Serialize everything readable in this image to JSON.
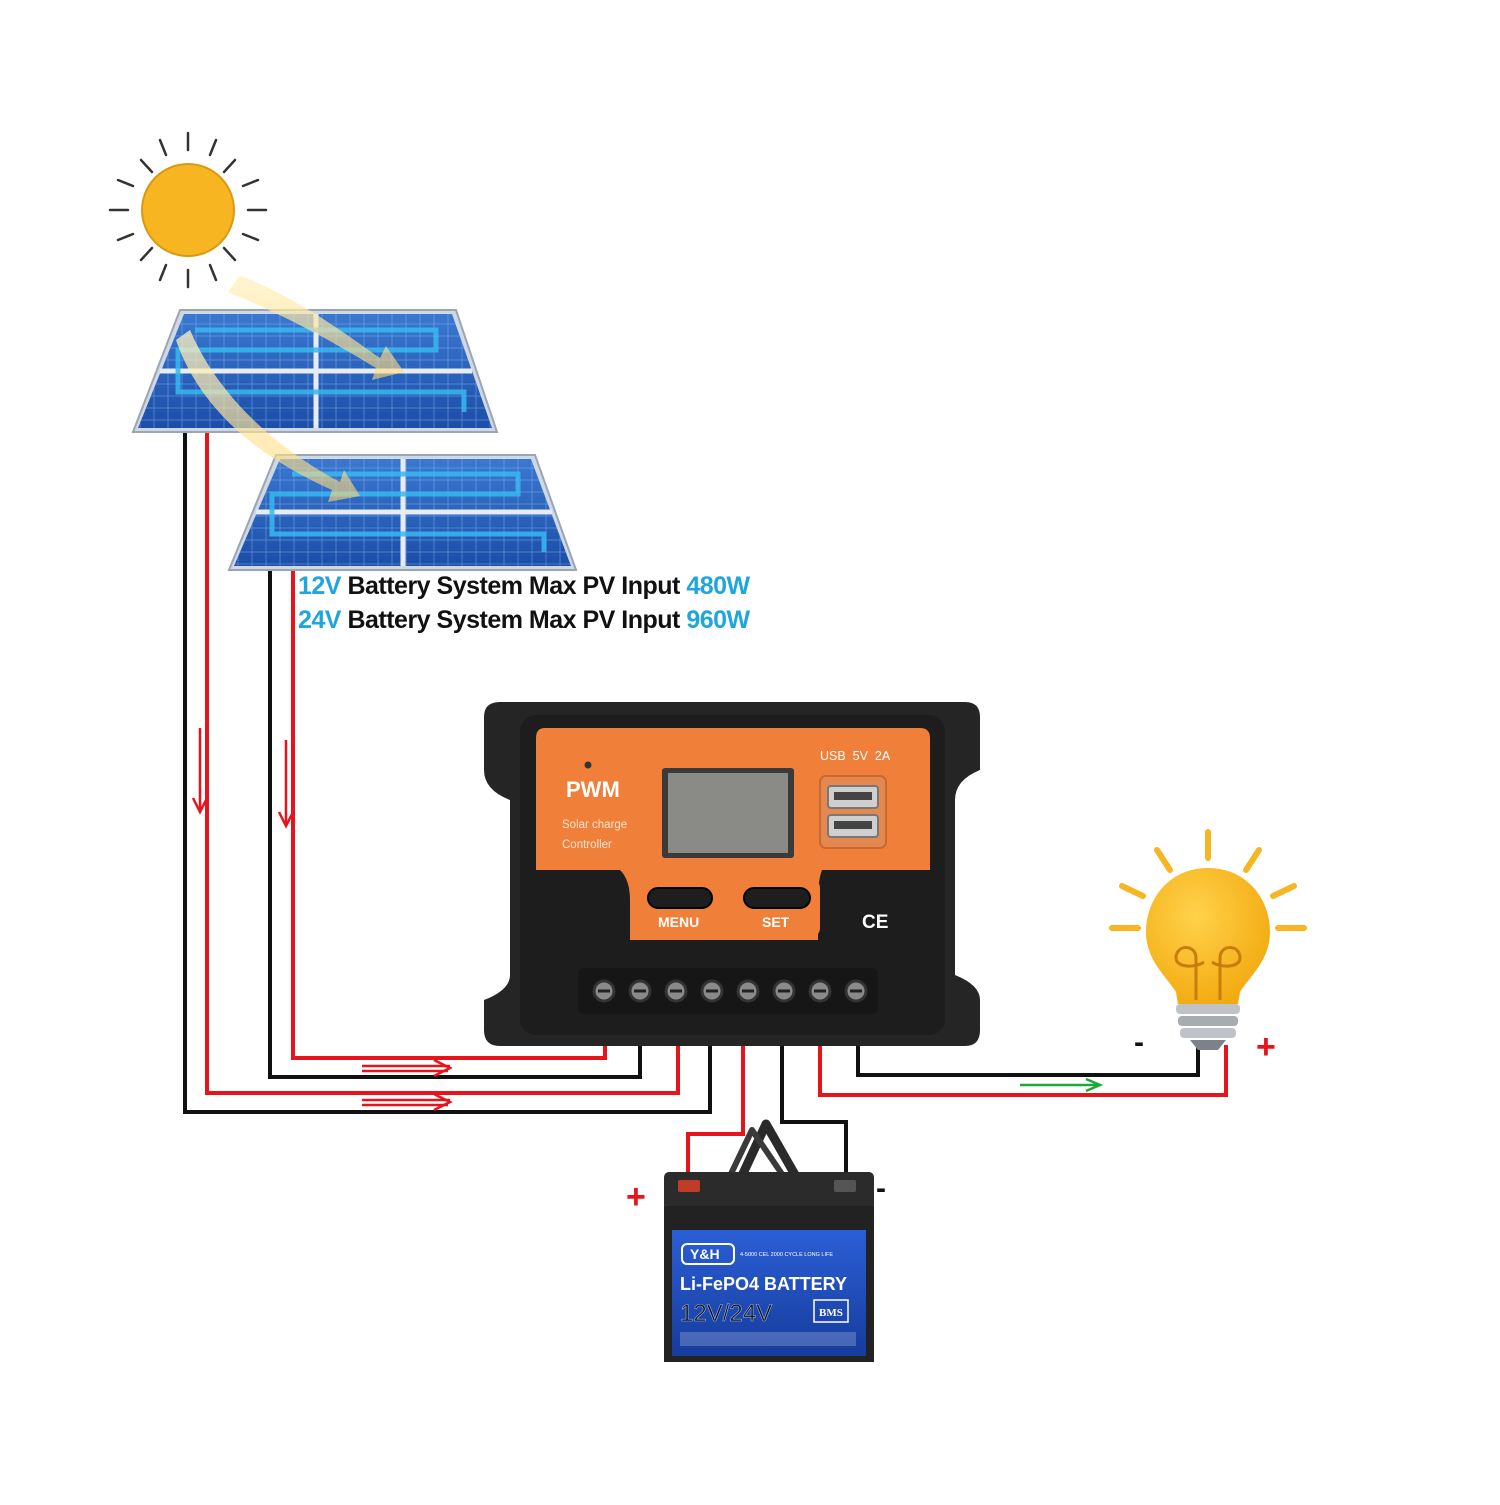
{
  "specs": {
    "line1": {
      "voltage": "12V",
      "text": "Battery System Max PV Input",
      "power": "480W"
    },
    "line2": {
      "voltage": "24V",
      "text": "Battery System Max PV Input",
      "power": "960W"
    }
  },
  "controller": {
    "type_label": "PWM",
    "subtitle_line1": "Solar charge",
    "subtitle_line2": "Controller",
    "usb_label": "USB  5V  2A",
    "menu_label": "MENU",
    "set_label": "SET",
    "ce_mark": "CE"
  },
  "battery": {
    "brand": "Y&H",
    "title": "Li-FePO4 BATTERY",
    "voltage": "12V/24V",
    "badge": "BMS",
    "tagline": "4-5000 CEL    2000 CYCLE    LONG LIFE"
  },
  "terminals": {
    "battery_plus": "+",
    "battery_minus": "-",
    "load_plus": "+",
    "load_minus": "-"
  },
  "colors": {
    "positive_wire": "#e8141b",
    "negative_wire": "#111111",
    "flow_arrow_green": "#1fa83a",
    "highlight_blue": "#1ea6dd",
    "controller_orange": "#f07f3a",
    "sun": "#f7b521",
    "bulb": "#f7b521"
  }
}
